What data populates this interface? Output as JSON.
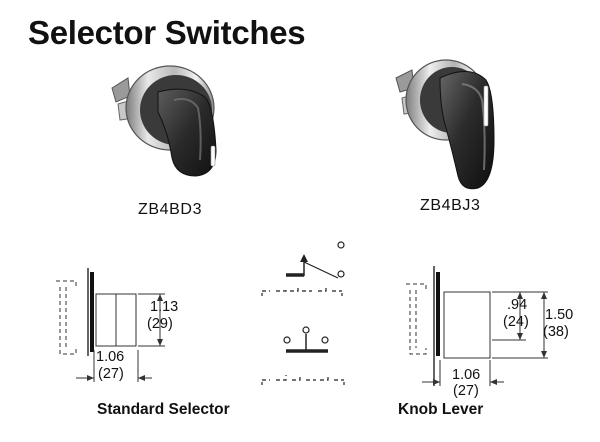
{
  "page": {
    "title": "Selector Switches"
  },
  "products": [
    {
      "part_number": "ZB4BD3"
    },
    {
      "part_number": "ZB4BJ3"
    }
  ],
  "diagrams": {
    "standard": {
      "caption": "Standard Selector",
      "dim_height_in": "1.13",
      "dim_height_mm": "(29)",
      "dim_depth_in": "1.06",
      "dim_depth_mm": "(27)"
    },
    "knob": {
      "caption": "Knob Lever",
      "dim_inner_in": ".94",
      "dim_inner_mm": "(24)",
      "dim_outer_in": "1.50",
      "dim_outer_mm": "(38)",
      "dim_depth_in": "1.06",
      "dim_depth_mm": "(27)"
    }
  }
}
